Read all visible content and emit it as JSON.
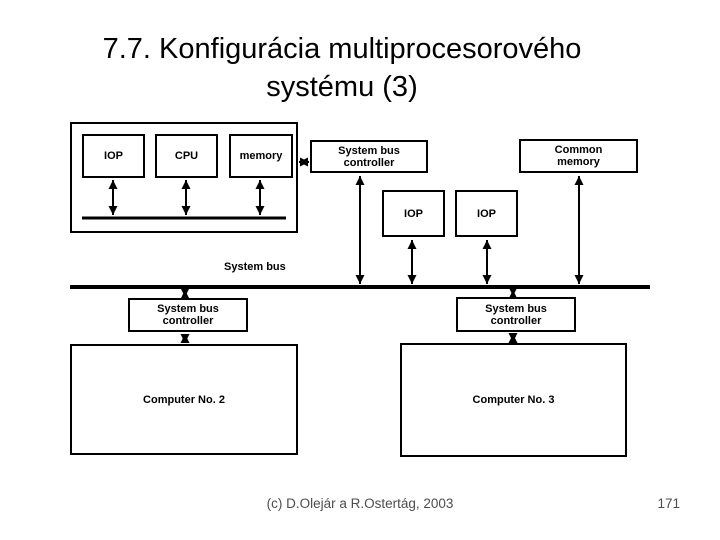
{
  "slide": {
    "title": {
      "line1": "7.7. Konfigurácia multiprocesorového",
      "line2": "systému (3)"
    },
    "footer": {
      "credit": "(c) D.Olejár a R.Ostertág, 2003",
      "page_number": "171"
    },
    "colors": {
      "background": "#ffffff",
      "line": "#000000",
      "text": "#000000",
      "footer_text": "#4d4d4d"
    }
  },
  "diagram": {
    "computer1": {
      "iop": "IOP",
      "cpu": "CPU",
      "memory": "memory"
    },
    "top_system_bus_controller": "System bus controller",
    "common_memory": "Common memory",
    "iop_left": "IOP",
    "iop_right": "IOP",
    "system_bus_label": "System bus",
    "computer2": {
      "controller": "System bus controller",
      "label": "Computer No. 2"
    },
    "computer3": {
      "controller": "System bus controller",
      "label": "Computer No. 3"
    }
  }
}
